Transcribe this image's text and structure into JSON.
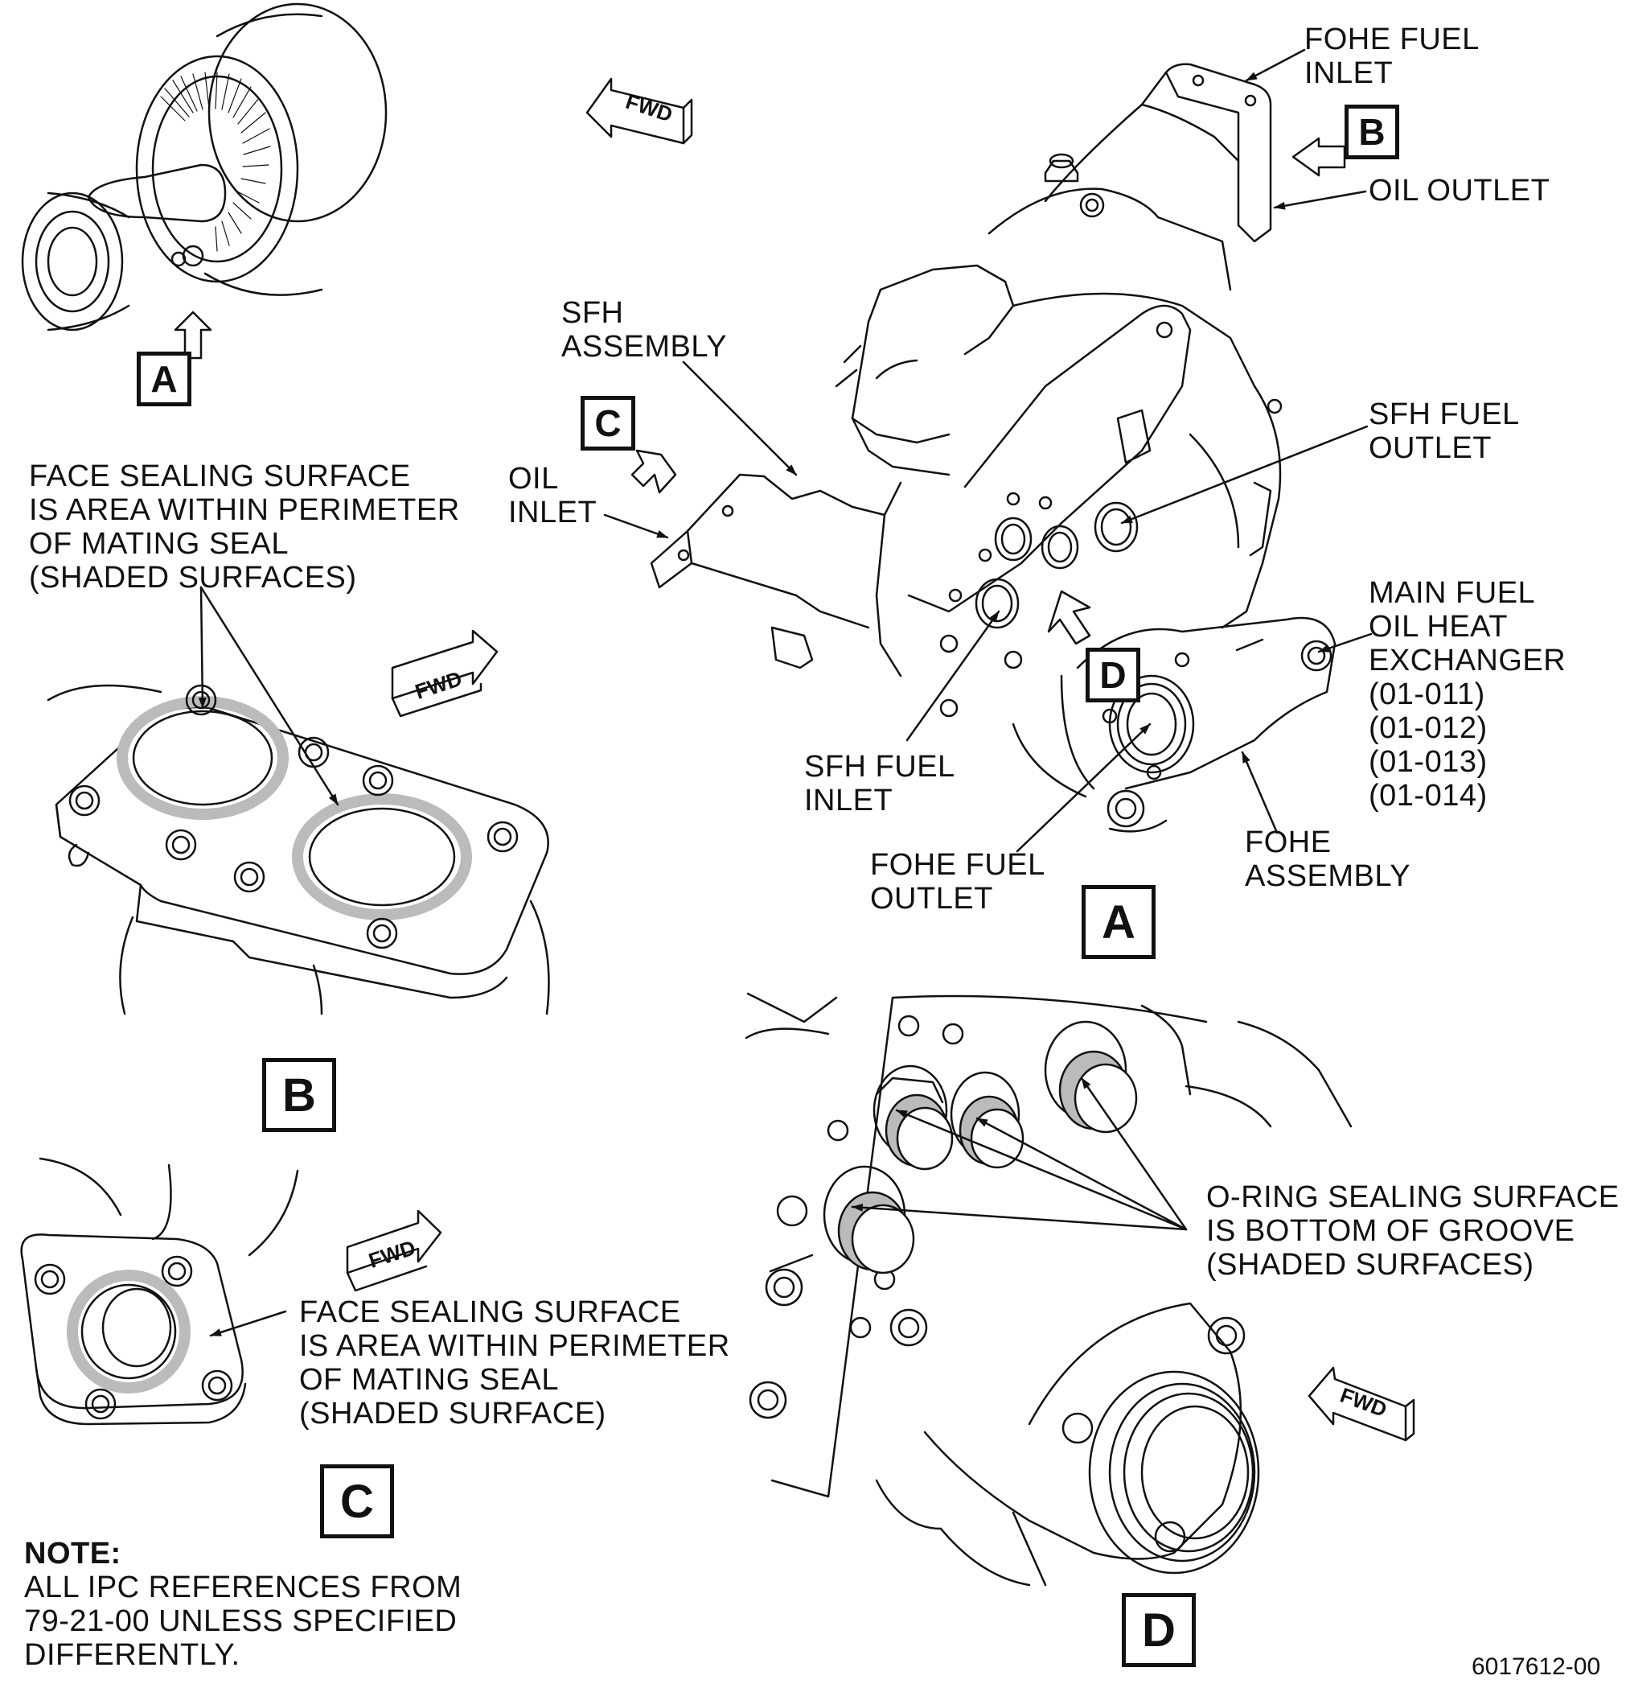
{
  "callouts": {
    "fohe_fuel_inlet": [
      "FOHE FUEL",
      "INLET"
    ],
    "oil_outlet": [
      "OIL OUTLET"
    ],
    "sfh_assembly": [
      "SFH",
      "ASSEMBLY"
    ],
    "oil_inlet": [
      "OIL",
      "INLET"
    ],
    "sfh_fuel_outlet": [
      "SFH FUEL",
      "OUTLET"
    ],
    "main_fuel_oil_heat_exchanger": [
      "MAIN FUEL",
      "OIL HEAT",
      "EXCHANGER",
      "(01-011)",
      "(01-012)",
      "(01-013)",
      "(01-014)"
    ],
    "sfh_fuel_inlet": [
      "SFH FUEL",
      "INLET"
    ],
    "fohe_fuel_outlet": [
      "FOHE FUEL",
      "OUTLET"
    ],
    "fohe_assembly": [
      "FOHE",
      "ASSEMBLY"
    ],
    "face_sealing_b": [
      "FACE SEALING SURFACE",
      "IS AREA WITHIN PERIMETER",
      "OF MATING SEAL",
      "(SHADED SURFACES)"
    ],
    "face_sealing_c": [
      "FACE SEALING SURFACE",
      "IS AREA WITHIN PERIMETER",
      "OF MATING SEAL",
      "(SHADED SURFACE)"
    ],
    "oring_sealing": [
      "O-RING SEALING SURFACE",
      "IS BOTTOM OF GROOVE",
      "(SHADED SURFACES)"
    ]
  },
  "view_refs": {
    "a_engine": "A",
    "b_main": "B",
    "c_main": "C",
    "d_main": "D",
    "a_view": "A",
    "b_view": "B",
    "c_view": "C",
    "d_view": "D"
  },
  "fwd_label": "FWD",
  "note": {
    "heading": "NOTE:",
    "lines": [
      "ALL IPC REFERENCES FROM",
      "79-21-00 UNLESS SPECIFIED",
      "DIFFERENTLY."
    ]
  },
  "figure_number": "6017612-00"
}
